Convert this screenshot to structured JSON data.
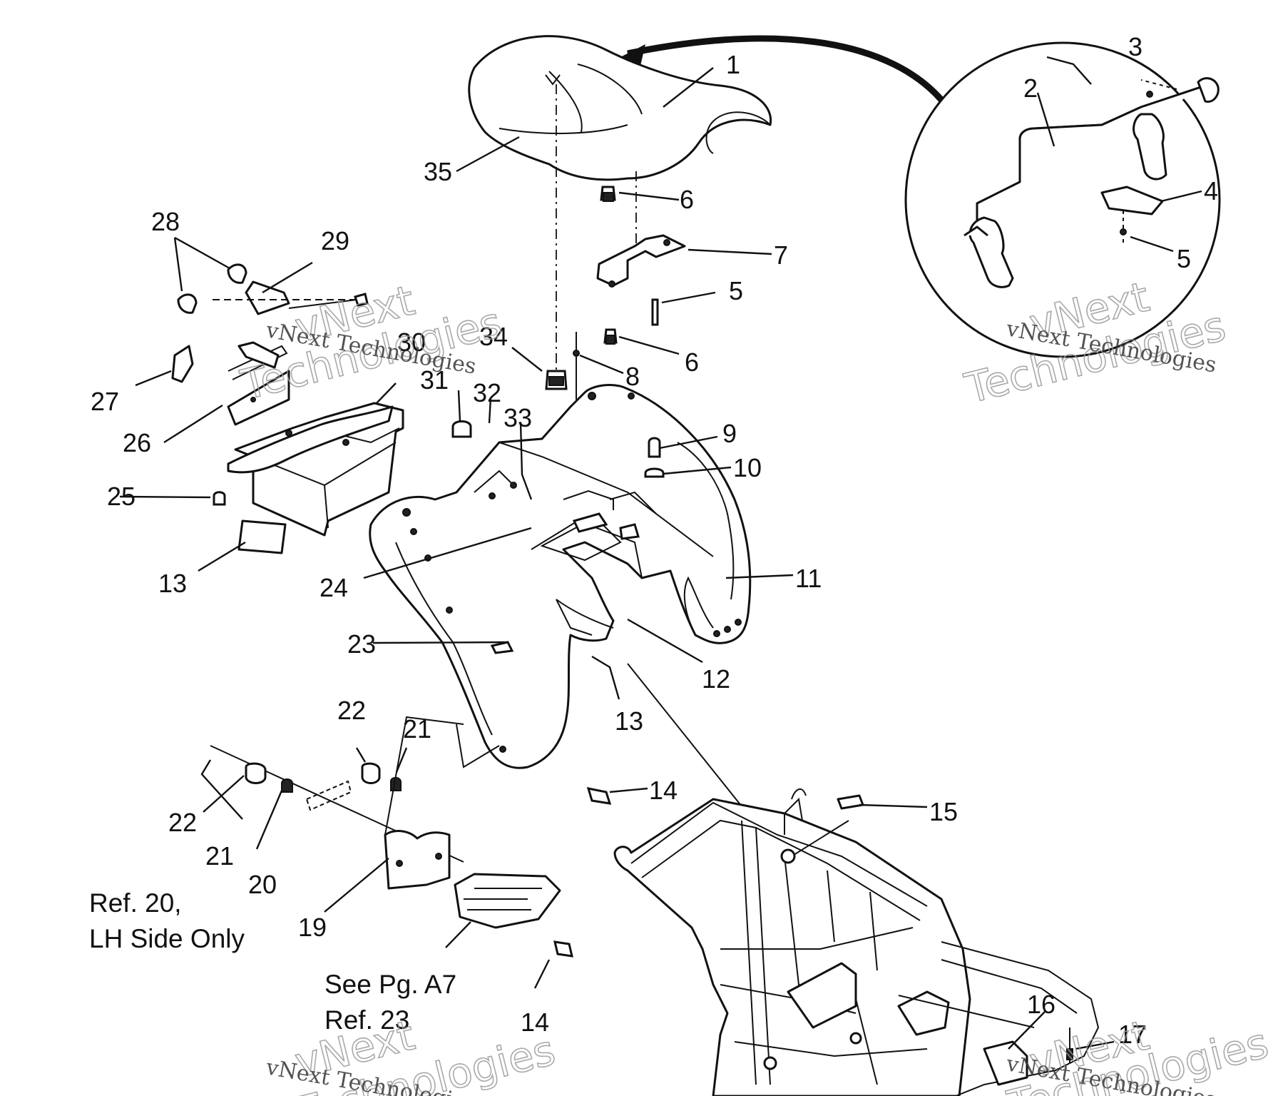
{
  "callouts": {
    "c1": "1",
    "c2": "2",
    "c3": "3",
    "c4": "4",
    "c5a": "5",
    "c5b": "5",
    "c6a": "6",
    "c6b": "6",
    "c7": "7",
    "c8": "8",
    "c9": "9",
    "c10": "10",
    "c11": "11",
    "c12": "12",
    "c13a": "13",
    "c13b": "13",
    "c14a": "14",
    "c14b": "14",
    "c15": "15",
    "c16": "16",
    "c17": "17",
    "c19": "19",
    "c20": "20",
    "c21a": "21",
    "c21b": "21",
    "c22a": "22",
    "c22b": "22",
    "c23": "23",
    "c24": "24",
    "c25": "25",
    "c26": "26",
    "c27": "27",
    "c28": "28",
    "c29": "29",
    "c30": "30",
    "c31": "31",
    "c32": "32",
    "c33": "33",
    "c34": "34",
    "c35": "35"
  },
  "notes": {
    "ref20_line1": "Ref. 20,",
    "ref20_line2": "LH Side Only",
    "seepg_line1": "See Pg. A7",
    "seepg_line2": "Ref. 23"
  },
  "watermark": {
    "brand": "vNext",
    "word": "Technologies",
    "full": "vNext Technologies"
  },
  "colors": {
    "line": "#111111",
    "background": "#ffffff",
    "watermark": "#9a9a9a"
  }
}
